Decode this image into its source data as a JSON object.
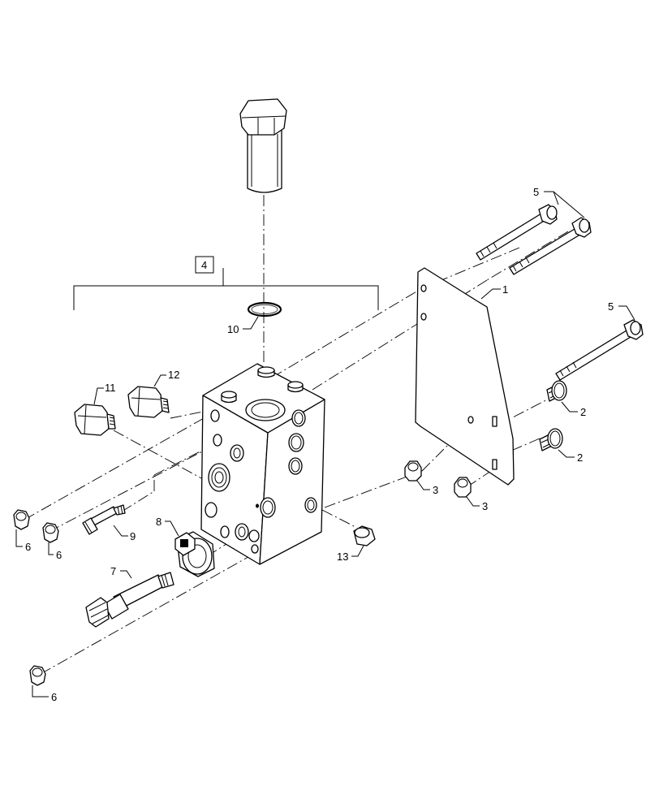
{
  "callouts": {
    "c1": "1",
    "c2a": "2",
    "c2b": "2",
    "c3a": "3",
    "c3b": "3",
    "c4": "4",
    "c5a": "5",
    "c5b": "5",
    "c6a": "6",
    "c6b": "6",
    "c6c": "6",
    "c7": "7",
    "c8": "8",
    "c9": "9",
    "c10": "10",
    "c11": "11",
    "c12": "12",
    "c13": "13"
  }
}
